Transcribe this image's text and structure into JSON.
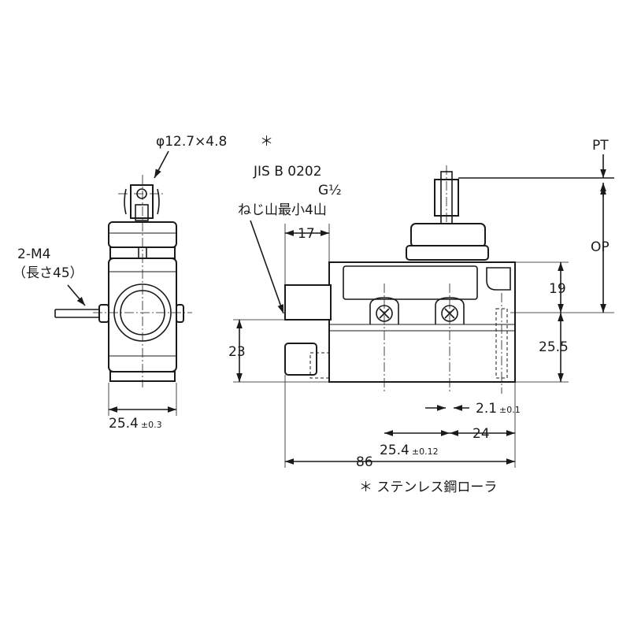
{
  "front_view": {
    "roller_label": "φ12.7×4.8",
    "roller_mark": "＊",
    "screw_label_line1": "2-M4",
    "screw_label_line2": "（長さ45）",
    "width_value": "25.4",
    "width_tol": "±0.3"
  },
  "side_view": {
    "conduit_line1": "JIS B 0202",
    "conduit_line2": "G½",
    "conduit_line3": "ねじ山最小4山",
    "dim_17": "17",
    "dim_PT": "PT",
    "dim_OP": "OP",
    "dim_19": "19",
    "dim_25_5": "25.5",
    "dim_23": "23",
    "dim_2_1_value": "2.1",
    "dim_2_1_tol": "±0.1",
    "dim_24": "24",
    "dim_25_4_value": "25.4",
    "dim_25_4_tol": "±0.12",
    "dim_86": "86"
  },
  "footnote": "＊ ステンレス鋼ローラ"
}
